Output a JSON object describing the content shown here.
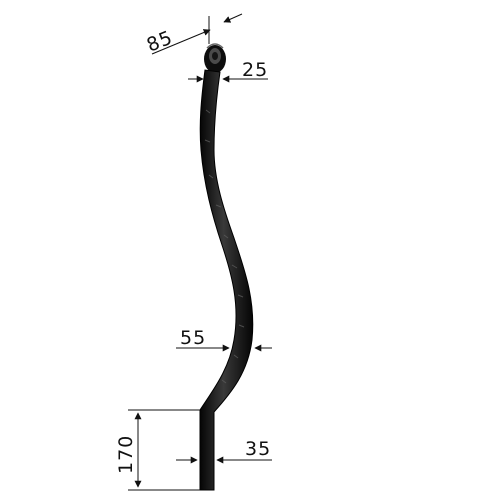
{
  "dimensions": {
    "top_width": "85",
    "neck_width": "25",
    "belly_width": "55",
    "foot_width": "35",
    "foot_height": "170"
  },
  "colors": {
    "metal": "#1a1a1a",
    "line": "#111111",
    "background": "#ffffff"
  }
}
